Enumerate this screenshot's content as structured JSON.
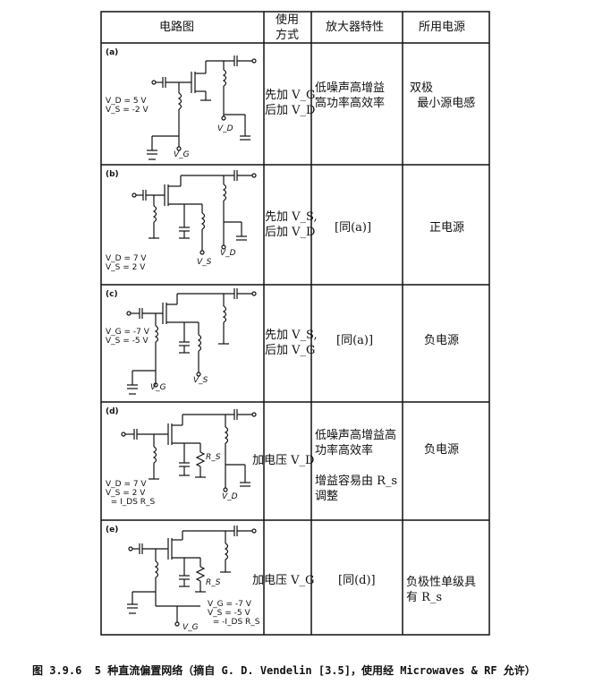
{
  "headers": {
    "circuit": "电路图",
    "method": "使用\n方式",
    "characteristic": "放大器特性",
    "power": "所用电源"
  },
  "rows": [
    {
      "tag": "(a)",
      "bias_values": "V_D = 5 V\nV_S = -2 V",
      "node_labels": [
        "V_G",
        "V_D"
      ],
      "method": "先加 V_G,\n后加 V_D",
      "characteristic": "低噪声高增益\n高功率高效率",
      "power": "双极\n  最小源电感"
    },
    {
      "tag": "(b)",
      "bias_values": "V_D = 7 V\nV_S = 2 V",
      "node_labels": [
        "V_S",
        "V_D"
      ],
      "method": "先加 V_S,\n后加 V_D",
      "characteristic": "[同(a)]",
      "power": "正电源"
    },
    {
      "tag": "(c)",
      "bias_values": "V_G = -7 V\nV_S = -5 V",
      "node_labels": [
        "V_G",
        "V_S"
      ],
      "method": "先加 V_S,\n后加 V_G",
      "characteristic": "[同(a)]",
      "power": "负电源"
    },
    {
      "tag": "(d)",
      "bias_values": "V_D = 7 V\nV_S = 2 V\n  = I_DS R_S",
      "node_labels": [
        "R_S",
        "V_D"
      ],
      "method": "加电压 V_D",
      "characteristic": "低噪声高增益高\n功率高效率\n\n增益容易由 R_s\n调整",
      "power": "负电源"
    },
    {
      "tag": "(e)",
      "bias_values": "V_G = -7 V\nV_S = -5 V\n  = -I_DS R_S",
      "node_labels": [
        "R_S",
        "V_G"
      ],
      "method": "加电压 V_G",
      "characteristic": "[同(d)]",
      "power": "负极性单级具\n有 R_s"
    }
  ],
  "caption": "图 3.9.6  5 种直流偏置网络（摘自 G. D. Vendelin [3.5]，使用经 Microwaves & RF 允许）"
}
